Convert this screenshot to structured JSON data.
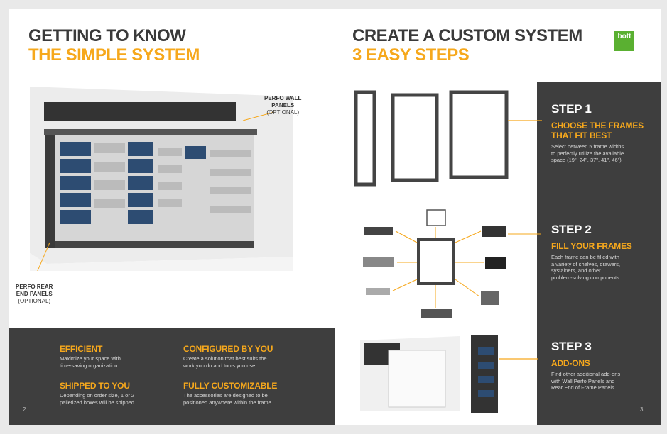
{
  "left_page": {
    "title_line1": "GETTING TO KNOW",
    "title_line2": "THE SIMPLE SYSTEM",
    "callout_wall": {
      "line1": "PERFO WALL",
      "line2": "PANELS",
      "optional": "(OPTIONAL)"
    },
    "callout_rear": {
      "line1": "PERFO REAR",
      "line2": "END PANELS",
      "optional": "(OPTIONAL)"
    },
    "features": [
      {
        "title": "EFFICIENT",
        "text1": "Maximize your space with",
        "text2": "time-saving organization."
      },
      {
        "title": "CONFIGURED BY YOU",
        "text1": "Create a solution that best suits the",
        "text2": "work you do and tools you use."
      },
      {
        "title": "SHIPPED TO YOU",
        "text1": "Depending on order size, 1 or 2",
        "text2": "palletized boxes will be shipped."
      },
      {
        "title": "FULLY CUSTOMIZABLE",
        "text1": "The accessories are designed to be",
        "text2": "positioned anywhere within the frame."
      }
    ],
    "page_number": "2"
  },
  "right_page": {
    "title_line1": "CREATE A CUSTOM SYSTEM",
    "title_line2": "3 EASY STEPS",
    "logo_text": "bott",
    "steps": [
      {
        "label": "STEP 1",
        "title_line1": "CHOOSE THE FRAMES",
        "title_line2": "THAT FIT BEST",
        "text1": "Select between 5 frame widths",
        "text2": "to perfectly utilize the available",
        "text3": "space (19\", 24\", 37\", 41\", 46\")"
      },
      {
        "label": "STEP 2",
        "title_line1": "FILL YOUR FRAMES",
        "title_line2": "",
        "text1": "Each frame can be filled with",
        "text2": "a variety of shelves, drawers,",
        "text3": "systainers, and other",
        "text4": "problem-solving components."
      },
      {
        "label": "STEP 3",
        "title_line1": "ADD-ONS",
        "title_line2": "",
        "text1": "Find other additional add-ons",
        "text2": "with Wall Perfo Panels and",
        "text3": "Rear End of Frame Panels"
      }
    ],
    "page_number": "3"
  },
  "colors": {
    "accent": "#f6a81c",
    "dark": "#3e3e3e",
    "brand_green": "#5ab031"
  }
}
